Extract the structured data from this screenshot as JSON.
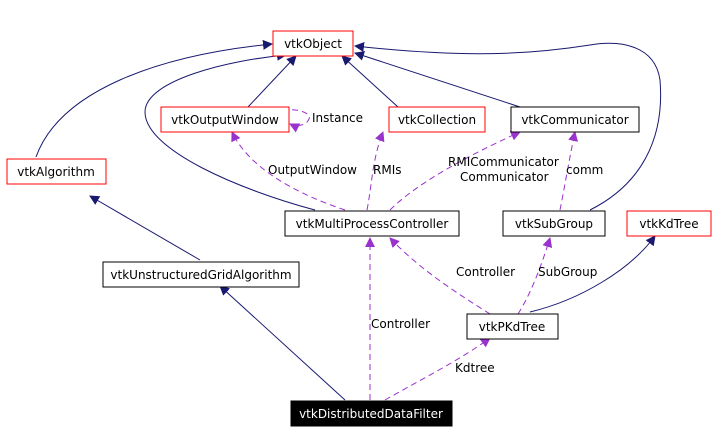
{
  "colors": {
    "inheritance_edge": "#191970",
    "usage_edge": "#9a32cd",
    "documented_border": "#ff0000",
    "plain_border": "#000000",
    "focus_fill": "#000000",
    "focus_text": "#ffffff"
  },
  "nodes": {
    "vtkObject": "vtkObject",
    "vtkOutputWindow": "vtkOutputWindow",
    "vtkCollection": "vtkCollection",
    "vtkCommunicator": "vtkCommunicator",
    "vtkAlgorithm": "vtkAlgorithm",
    "vtkMultiProcessController": "vtkMultiProcessController",
    "vtkSubGroup": "vtkSubGroup",
    "vtkKdTree": "vtkKdTree",
    "vtkUnstructuredGridAlgorithm": "vtkUnstructuredGridAlgorithm",
    "vtkPKdTree": "vtkPKdTree",
    "vtkDistributedDataFilter": "vtkDistributedDataFilter"
  },
  "edge_labels": {
    "instance": "Instance",
    "output_window": "OutputWindow",
    "rmis": "RMIs",
    "rmi_communicator": "RMICommunicator",
    "communicator": "Communicator",
    "comm": "comm",
    "controller_pkd": "Controller",
    "subgroup": "SubGroup",
    "controller_ddf": "Controller",
    "kdtree": "Kdtree"
  }
}
